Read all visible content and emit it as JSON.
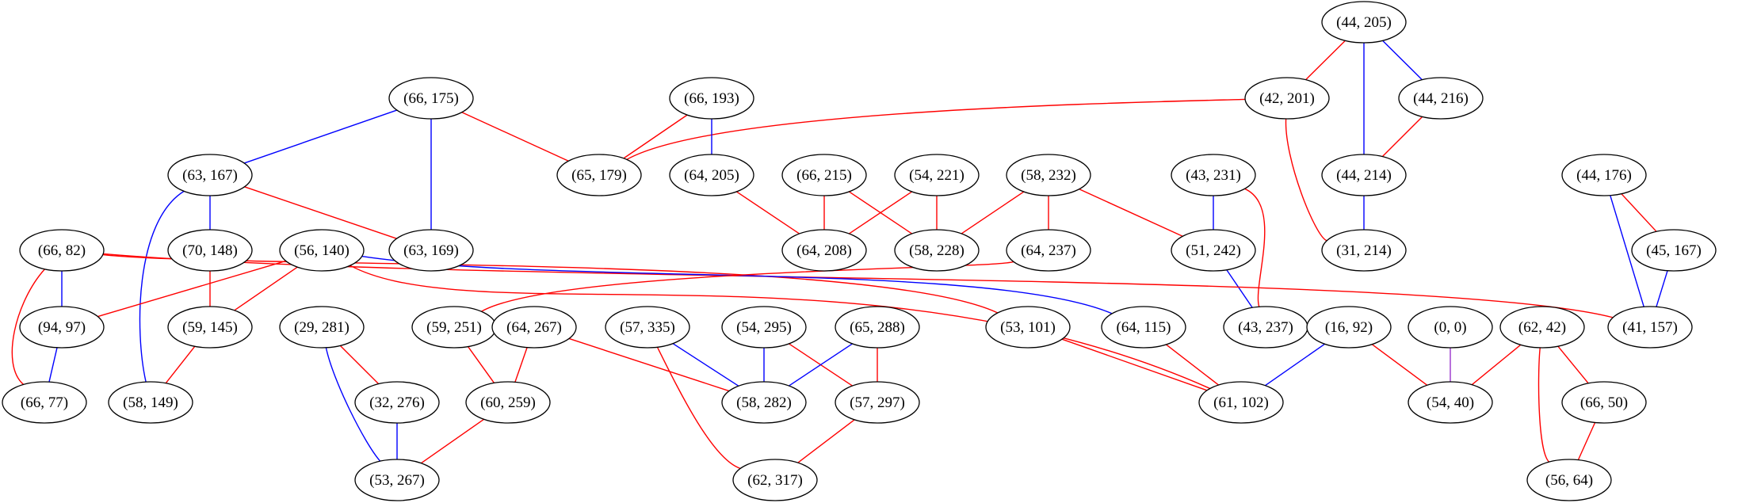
{
  "colors": {
    "red": "#ff0000",
    "blue": "#0000ff",
    "purple": "#9932cc"
  },
  "nodes": [
    {
      "id": "n44_205",
      "label": "(44, 205)"
    },
    {
      "id": "n42_201",
      "label": "(42, 201)"
    },
    {
      "id": "n44_216",
      "label": "(44, 216)"
    },
    {
      "id": "n44_214",
      "label": "(44, 214)"
    },
    {
      "id": "n31_214",
      "label": "(31, 214)"
    },
    {
      "id": "n66_175",
      "label": "(66, 175)"
    },
    {
      "id": "n66_193",
      "label": "(66, 193)"
    },
    {
      "id": "n63_167",
      "label": "(63, 167)"
    },
    {
      "id": "n65_179",
      "label": "(65, 179)"
    },
    {
      "id": "n64_205",
      "label": "(64, 205)"
    },
    {
      "id": "n66_215",
      "label": "(66, 215)"
    },
    {
      "id": "n54_221",
      "label": "(54, 221)"
    },
    {
      "id": "n58_232",
      "label": "(58, 232)"
    },
    {
      "id": "n43_231",
      "label": "(43, 231)"
    },
    {
      "id": "n44_176",
      "label": "(44, 176)"
    },
    {
      "id": "n66_82",
      "label": "(66, 82)"
    },
    {
      "id": "n70_148",
      "label": "(70, 148)"
    },
    {
      "id": "n56_140",
      "label": "(56, 140)"
    },
    {
      "id": "n63_169",
      "label": "(63, 169)"
    },
    {
      "id": "n64_208",
      "label": "(64, 208)"
    },
    {
      "id": "n58_228",
      "label": "(58, 228)"
    },
    {
      "id": "n64_237",
      "label": "(64, 237)"
    },
    {
      "id": "n51_242",
      "label": "(51, 242)"
    },
    {
      "id": "n45_167",
      "label": "(45, 167)"
    },
    {
      "id": "n94_97",
      "label": "(94, 97)"
    },
    {
      "id": "n59_145",
      "label": "(59, 145)"
    },
    {
      "id": "n29_281",
      "label": "(29, 281)"
    },
    {
      "id": "n59_251",
      "label": "(59, 251)"
    },
    {
      "id": "n64_267",
      "label": "(64, 267)"
    },
    {
      "id": "n57_335",
      "label": "(57, 335)"
    },
    {
      "id": "n54_295",
      "label": "(54, 295)"
    },
    {
      "id": "n65_288",
      "label": "(65, 288)"
    },
    {
      "id": "n53_101",
      "label": "(53, 101)"
    },
    {
      "id": "n64_115",
      "label": "(64, 115)"
    },
    {
      "id": "n43_237",
      "label": "(43, 237)"
    },
    {
      "id": "n16_92",
      "label": "(16, 92)"
    },
    {
      "id": "n0_0",
      "label": "(0, 0)"
    },
    {
      "id": "n62_42",
      "label": "(62, 42)"
    },
    {
      "id": "n41_157",
      "label": "(41, 157)"
    },
    {
      "id": "n66_77",
      "label": "(66, 77)"
    },
    {
      "id": "n58_149",
      "label": "(58, 149)"
    },
    {
      "id": "n32_276",
      "label": "(32, 276)"
    },
    {
      "id": "n60_259",
      "label": "(60, 259)"
    },
    {
      "id": "n58_282",
      "label": "(58, 282)"
    },
    {
      "id": "n57_297",
      "label": "(57, 297)"
    },
    {
      "id": "n61_102",
      "label": "(61, 102)"
    },
    {
      "id": "n54_40",
      "label": "(54, 40)"
    },
    {
      "id": "n66_50",
      "label": "(66, 50)"
    },
    {
      "id": "n53_267",
      "label": "(53, 267)"
    },
    {
      "id": "n62_317",
      "label": "(62, 317)"
    },
    {
      "id": "n56_64",
      "label": "(56, 64)"
    }
  ],
  "edges": [
    {
      "from": "n44_205",
      "to": "n42_201",
      "color": "red"
    },
    {
      "from": "n44_205",
      "to": "n44_216",
      "color": "blue"
    },
    {
      "from": "n44_205",
      "to": "n44_214",
      "color": "blue"
    },
    {
      "from": "n44_216",
      "to": "n44_214",
      "color": "red"
    },
    {
      "from": "n44_214",
      "to": "n31_214",
      "color": "blue"
    },
    {
      "from": "n42_201",
      "to": "n31_214",
      "color": "red"
    },
    {
      "from": "n42_201",
      "to": "n65_179",
      "color": "red"
    },
    {
      "from": "n66_175",
      "to": "n63_167",
      "color": "blue"
    },
    {
      "from": "n66_175",
      "to": "n65_179",
      "color": "red"
    },
    {
      "from": "n66_175",
      "to": "n63_169",
      "color": "blue"
    },
    {
      "from": "n66_193",
      "to": "n65_179",
      "color": "red"
    },
    {
      "from": "n66_193",
      "to": "n64_205",
      "color": "blue"
    },
    {
      "from": "n63_167",
      "to": "n70_148",
      "color": "blue"
    },
    {
      "from": "n63_167",
      "to": "n63_169",
      "color": "red"
    },
    {
      "from": "n63_167",
      "to": "n58_149",
      "color": "blue"
    },
    {
      "from": "n64_205",
      "to": "n64_208",
      "color": "red"
    },
    {
      "from": "n66_215",
      "to": "n64_208",
      "color": "red"
    },
    {
      "from": "n66_215",
      "to": "n58_228",
      "color": "red"
    },
    {
      "from": "n54_221",
      "to": "n64_208",
      "color": "red"
    },
    {
      "from": "n54_221",
      "to": "n58_228",
      "color": "red"
    },
    {
      "from": "n58_232",
      "to": "n58_228",
      "color": "red"
    },
    {
      "from": "n58_232",
      "to": "n64_237",
      "color": "red"
    },
    {
      "from": "n58_232",
      "to": "n51_242",
      "color": "red"
    },
    {
      "from": "n43_231",
      "to": "n51_242",
      "color": "blue"
    },
    {
      "from": "n43_231",
      "to": "n43_237",
      "color": "red"
    },
    {
      "from": "n51_242",
      "to": "n43_237",
      "color": "blue"
    },
    {
      "from": "n44_176",
      "to": "n45_167",
      "color": "red"
    },
    {
      "from": "n44_176",
      "to": "n41_157",
      "color": "blue"
    },
    {
      "from": "n45_167",
      "to": "n41_157",
      "color": "blue"
    },
    {
      "from": "n66_82",
      "to": "n94_97",
      "color": "blue"
    },
    {
      "from": "n66_82",
      "to": "n66_77",
      "color": "red"
    },
    {
      "from": "n66_82",
      "to": "n53_101",
      "color": "red"
    },
    {
      "from": "n66_82",
      "to": "n41_157",
      "color": "red"
    },
    {
      "from": "n94_97",
      "to": "n66_77",
      "color": "blue"
    },
    {
      "from": "n70_148",
      "to": "n59_145",
      "color": "red"
    },
    {
      "from": "n56_140",
      "to": "n94_97",
      "color": "red"
    },
    {
      "from": "n56_140",
      "to": "n59_145",
      "color": "red"
    },
    {
      "from": "n56_140",
      "to": "n64_115",
      "color": "blue"
    },
    {
      "from": "n56_140",
      "to": "n61_102",
      "color": "red"
    },
    {
      "from": "n59_145",
      "to": "n58_149",
      "color": "red"
    },
    {
      "from": "n64_237",
      "to": "n59_251",
      "color": "red"
    },
    {
      "from": "n29_281",
      "to": "n32_276",
      "color": "red"
    },
    {
      "from": "n29_281",
      "to": "n53_267",
      "color": "blue"
    },
    {
      "from": "n32_276",
      "to": "n53_267",
      "color": "blue"
    },
    {
      "from": "n59_251",
      "to": "n60_259",
      "color": "red"
    },
    {
      "from": "n64_267",
      "to": "n60_259",
      "color": "red"
    },
    {
      "from": "n64_267",
      "to": "n58_282",
      "color": "red"
    },
    {
      "from": "n60_259",
      "to": "n53_267",
      "color": "red"
    },
    {
      "from": "n57_335",
      "to": "n58_282",
      "color": "blue"
    },
    {
      "from": "n57_335",
      "to": "n62_317",
      "color": "red"
    },
    {
      "from": "n54_295",
      "to": "n58_282",
      "color": "blue"
    },
    {
      "from": "n54_295",
      "to": "n57_297",
      "color": "red"
    },
    {
      "from": "n65_288",
      "to": "n58_282",
      "color": "blue"
    },
    {
      "from": "n65_288",
      "to": "n57_297",
      "color": "red"
    },
    {
      "from": "n57_297",
      "to": "n62_317",
      "color": "red"
    },
    {
      "from": "n53_101",
      "to": "n61_102",
      "color": "red"
    },
    {
      "from": "n64_115",
      "to": "n61_102",
      "color": "red"
    },
    {
      "from": "n16_92",
      "to": "n61_102",
      "color": "blue"
    },
    {
      "from": "n16_92",
      "to": "n54_40",
      "color": "red"
    },
    {
      "from": "n0_0",
      "to": "n54_40",
      "color": "purple"
    },
    {
      "from": "n62_42",
      "to": "n54_40",
      "color": "red"
    },
    {
      "from": "n62_42",
      "to": "n66_50",
      "color": "red"
    },
    {
      "from": "n62_42",
      "to": "n56_64",
      "color": "red"
    },
    {
      "from": "n66_50",
      "to": "n56_64",
      "color": "red"
    }
  ]
}
